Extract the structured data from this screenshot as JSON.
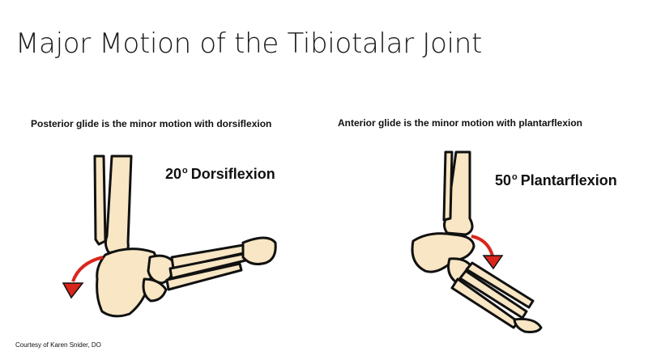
{
  "title": "Major Motion of the Tibiotalar Joint",
  "left_panel": {
    "caption": "Posterior glide is the minor motion with dorsiflexion",
    "degrees": "20",
    "degree_mark": "o",
    "motion": "Dorsiflexion",
    "arrow_color": "#d9261c"
  },
  "right_panel": {
    "caption": "Anterior glide is the minor motion with plantarflexion",
    "degrees": "50",
    "degree_mark": "o",
    "motion": "Plantarflexion",
    "arrow_color": "#d9261c"
  },
  "credit": "Courtesy of Karen Snider, DO",
  "colors": {
    "bone_fill": "#f8e6c4",
    "bone_outline": "#111111"
  }
}
